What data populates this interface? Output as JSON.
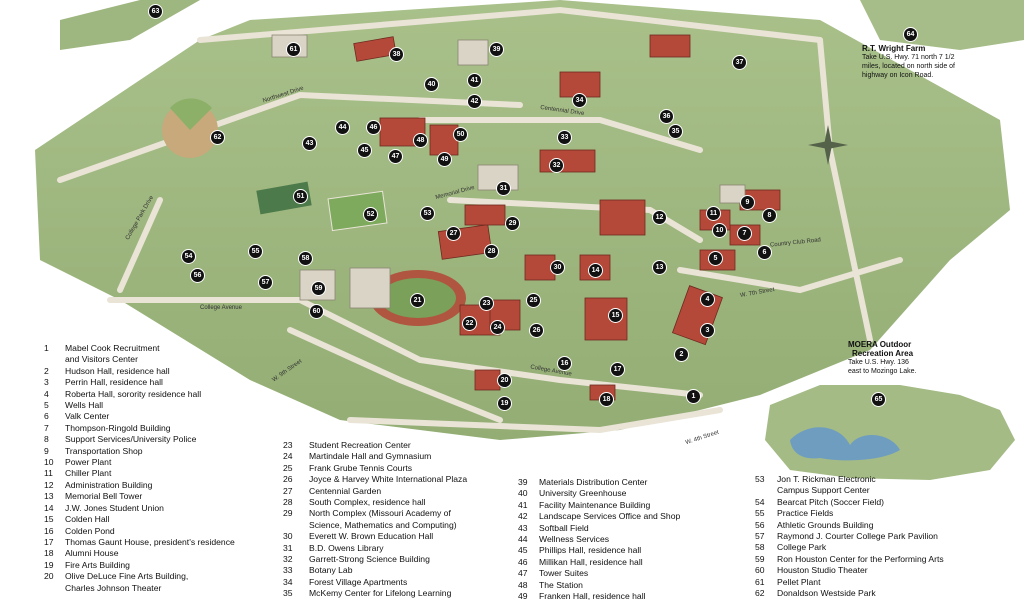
{
  "markers": [
    "1",
    "2",
    "3",
    "4",
    "5",
    "6",
    "7",
    "8",
    "9",
    "10",
    "11",
    "12",
    "13",
    "14",
    "15",
    "16",
    "17",
    "18",
    "19",
    "20",
    "21",
    "22",
    "23",
    "24",
    "25",
    "26",
    "27",
    "28",
    "29",
    "30",
    "31",
    "32",
    "33",
    "34",
    "35",
    "36",
    "37",
    "38",
    "39",
    "40",
    "41",
    "42",
    "43",
    "44",
    "45",
    "46",
    "47",
    "48",
    "49",
    "50",
    "51",
    "52",
    "53",
    "54",
    "55",
    "56",
    "57",
    "58",
    "59",
    "60",
    "61",
    "62",
    "63",
    "64",
    "65"
  ],
  "notes": {
    "farm": {
      "title": "R.T. Wright Farm",
      "desc": [
        "Take U.S. Hwy. 71 north 7 1/2",
        "miles, located on north side of",
        "highway on Icon Road."
      ]
    },
    "moera": {
      "title1": "MOERA Outdoor",
      "title2": "Recreation Area",
      "desc": [
        "Take U.S. Hwy. 136",
        "east to Mozingo Lake."
      ]
    }
  },
  "streets": {
    "northwest_drive": "Northwest Drive",
    "centennial_drive": "Centennial Drive",
    "college_avenue": "College Avenue",
    "college_avenue_2": "College Avenue",
    "w4th": "W. 4th Street",
    "w7th": "W. 7th Street",
    "w9th": "W. 9th Street",
    "memorial_drive": "Memorial Drive",
    "college_park": "College Park Drive",
    "country_club": "Country Club Road"
  },
  "legend_col1": [
    {
      "n": "1",
      "t": "Mabel Cook Recruitment"
    },
    {
      "n": "",
      "t": "and Visitors Center"
    },
    {
      "n": "2",
      "t": "Hudson Hall, residence hall"
    },
    {
      "n": "3",
      "t": "Perrin Hall, residence hall"
    },
    {
      "n": "4",
      "t": "Roberta Hall, sorority residence hall"
    },
    {
      "n": "5",
      "t": "Wells Hall"
    },
    {
      "n": "6",
      "t": "Valk Center"
    },
    {
      "n": "7",
      "t": "Thompson-Ringold Building"
    },
    {
      "n": "8",
      "t": "Support Services/University Police"
    },
    {
      "n": "9",
      "t": "Transportation Shop"
    },
    {
      "n": "10",
      "t": "Power Plant"
    },
    {
      "n": "11",
      "t": "Chiller Plant"
    },
    {
      "n": "12",
      "t": "Administration Building"
    },
    {
      "n": "13",
      "t": "Memorial Bell Tower"
    },
    {
      "n": "14",
      "t": "J.W. Jones Student Union"
    },
    {
      "n": "15",
      "t": "Colden Hall"
    },
    {
      "n": "16",
      "t": "Colden Pond"
    },
    {
      "n": "17",
      "t": "Thomas Gaunt House, president's residence"
    },
    {
      "n": "18",
      "t": "Alumni House"
    },
    {
      "n": "19",
      "t": "Fire Arts Building"
    },
    {
      "n": "20",
      "t": "Olive DeLuce Fine Arts Building,"
    },
    {
      "n": "",
      "t": "Charles Johnson Theater"
    }
  ],
  "legend_col2": [
    {
      "n": "23",
      "t": "Student Recreation Center"
    },
    {
      "n": "24",
      "t": "Martindale Hall and Gymnasium"
    },
    {
      "n": "25",
      "t": "Frank Grube Tennis Courts"
    },
    {
      "n": "26",
      "t": "Joyce & Harvey White International Plaza"
    },
    {
      "n": "27",
      "t": "Centennial Garden"
    },
    {
      "n": "28",
      "t": "South Complex, residence hall"
    },
    {
      "n": "29",
      "t": "North Complex (Missouri Academy of"
    },
    {
      "n": "",
      "t": "Science, Mathematics and Computing)"
    },
    {
      "n": "30",
      "t": "Everett W. Brown Education Hall"
    },
    {
      "n": "31",
      "t": "B.D. Owens Library"
    },
    {
      "n": "32",
      "t": "Garrett-Strong Science Building"
    },
    {
      "n": "33",
      "t": "Botany Lab"
    },
    {
      "n": "34",
      "t": "Forest Village Apartments"
    },
    {
      "n": "35",
      "t": "McKemy Center for Lifelong Learning"
    }
  ],
  "legend_col3": [
    {
      "n": "39",
      "t": "Materials Distribution Center"
    },
    {
      "n": "40",
      "t": "University Greenhouse"
    },
    {
      "n": "41",
      "t": "Facility Maintenance Building"
    },
    {
      "n": "42",
      "t": "Landscape Services Office and Shop"
    },
    {
      "n": "43",
      "t": "Softball Field"
    },
    {
      "n": "44",
      "t": "Wellness Services"
    },
    {
      "n": "45",
      "t": "Phillips Hall, residence hall"
    },
    {
      "n": "46",
      "t": "Millikan Hall, residence hall"
    },
    {
      "n": "47",
      "t": "Tower Suites"
    },
    {
      "n": "48",
      "t": "The Station"
    },
    {
      "n": "49",
      "t": "Franken Hall, residence hall"
    }
  ],
  "legend_col4": [
    {
      "n": "53",
      "t": "Jon T. Rickman Electronic"
    },
    {
      "n": "",
      "t": "Campus Support Center"
    },
    {
      "n": "54",
      "t": "Bearcat Pitch (Soccer Field)"
    },
    {
      "n": "55",
      "t": "Practice Fields"
    },
    {
      "n": "56",
      "t": "Athletic Grounds Building"
    },
    {
      "n": "57",
      "t": "Raymond J. Courter College Park Pavilion"
    },
    {
      "n": "58",
      "t": "College Park"
    },
    {
      "n": "59",
      "t": "Ron Houston Center for the Performing Arts"
    },
    {
      "n": "60",
      "t": "Houston Studio Theater"
    },
    {
      "n": "61",
      "t": "Pellet Plant"
    },
    {
      "n": "62",
      "t": "Donaldson Westside Park"
    }
  ]
}
